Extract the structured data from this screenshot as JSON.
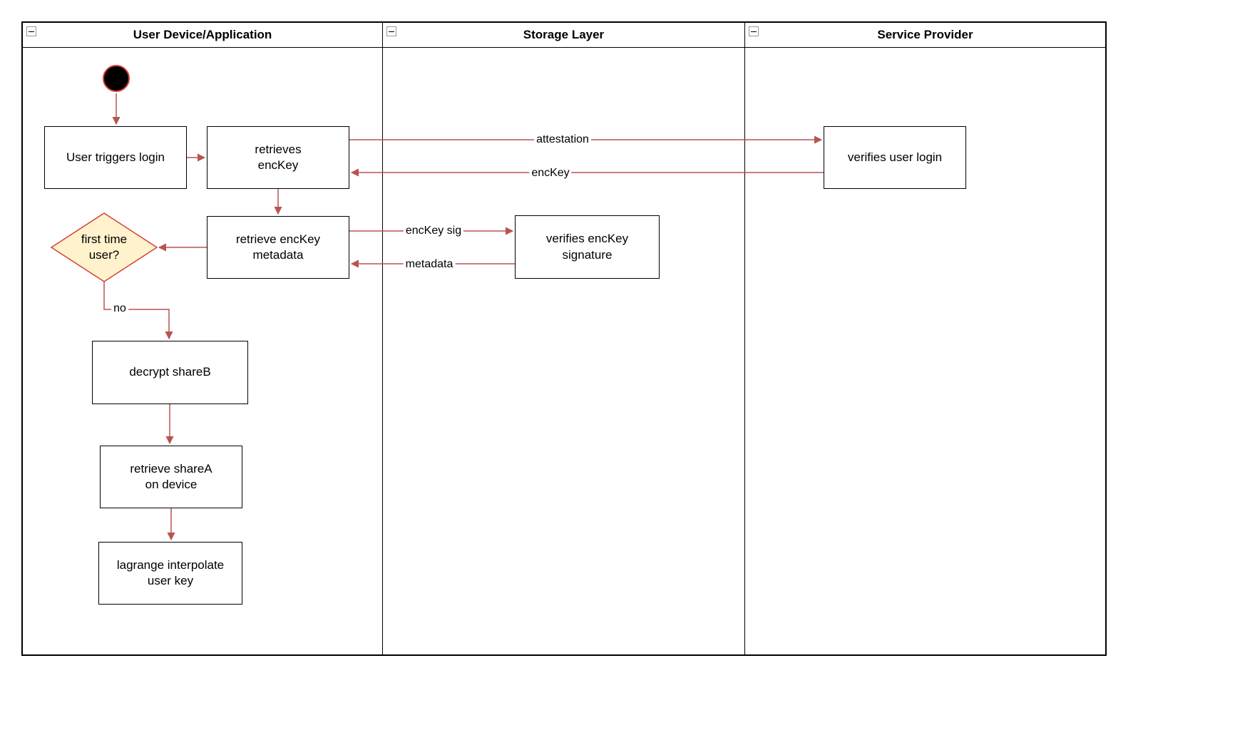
{
  "lanes": [
    {
      "title": "User Device/Application"
    },
    {
      "title": "Storage Layer"
    },
    {
      "title": "Service Provider"
    }
  ],
  "nodes": {
    "user_triggers_login": "User triggers login",
    "retrieves_enckey": "retrieves\nencKey",
    "verifies_user_login": "verifies user login",
    "retrieve_enckey_metadata": "retrieve encKey\nmetadata",
    "verifies_enckey_signature": "verifies encKey\nsignature",
    "first_time_user": "first time\nuser?",
    "decrypt_shareb": "decrypt shareB",
    "retrieve_sharea_on_device": "retrieve shareA\non device",
    "lagrange_interpolate_user_key": "lagrange interpolate\nuser key"
  },
  "edge_labels": {
    "attestation": "attestation",
    "enckey": "encKey",
    "enckey_sig": "encKey sig",
    "metadata": "metadata",
    "no": "no"
  },
  "colors": {
    "arrow": "#b85450",
    "decision_fill": "#fff2cc",
    "decision_border": "#d6403c",
    "start_fill": "#000000",
    "start_border": "#d6403c"
  }
}
